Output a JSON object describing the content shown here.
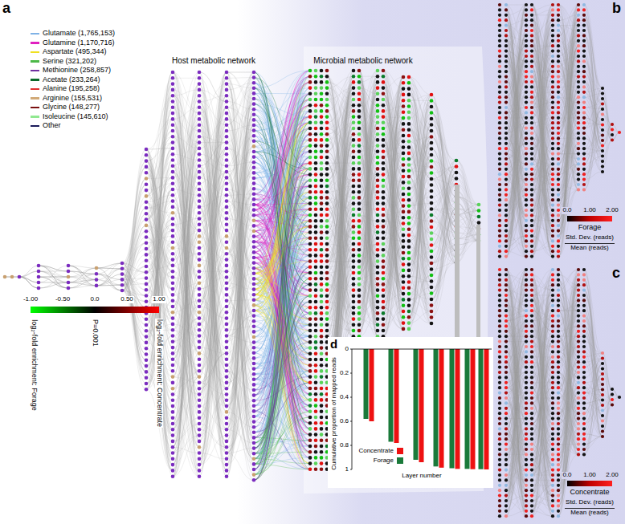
{
  "diagram": {
    "labels": [
      "a",
      "b",
      "c",
      "d",
      "Host metabolic network",
      "Microbial metabolic network",
      "-1.00",
      "-0.50",
      "0.0",
      "0.50",
      "1.00",
      "log₂-fold enrichment: Forage",
      "P=0.001",
      "log₂-fold enrichment: Concentrate",
      "0.0",
      "1.00",
      "2.00",
      "Forage",
      "Std. Dev. (reads)",
      "Mean (reads)",
      "0.0",
      "1.00",
      "2.00",
      "Concentrate",
      "Std. Dev. (reads)",
      "Mean (reads)",
      "Cumulative proportion of mapped reads",
      "0",
      "0.2",
      "0.4",
      "0.6",
      "0.8",
      "1",
      "Layer number"
    ],
    "legend": [
      {
        "text": "Glutamate (1,765,153)",
        "color": "#7fb2e6"
      },
      {
        "text": "Glutamine (1,170,716)",
        "color": "#e020c0"
      },
      {
        "text": "Aspartate (495,344)",
        "color": "#f0e020"
      },
      {
        "text": "Serine (321,202)",
        "color": "#4cb848"
      },
      {
        "text": "Methionine (258,857)",
        "color": "#7030a0"
      },
      {
        "text": "Acetate (233,264)",
        "color": "#0a6a2a"
      },
      {
        "text": "Alanine (195,258)",
        "color": "#e03030"
      },
      {
        "text": "Arginine (155,531)",
        "color": "#d2aa78"
      },
      {
        "text": "Glycine (148,277)",
        "color": "#7a1010"
      },
      {
        "text": "Isoleucine (145,610)",
        "color": "#90e890"
      },
      {
        "text": "Other",
        "color": "#1a1a5a"
      },
      {
        "text": "Concentrate",
        "color": "#ee1111"
      },
      {
        "text": "Forage",
        "color": "#1a7a3a"
      }
    ]
  }
}
